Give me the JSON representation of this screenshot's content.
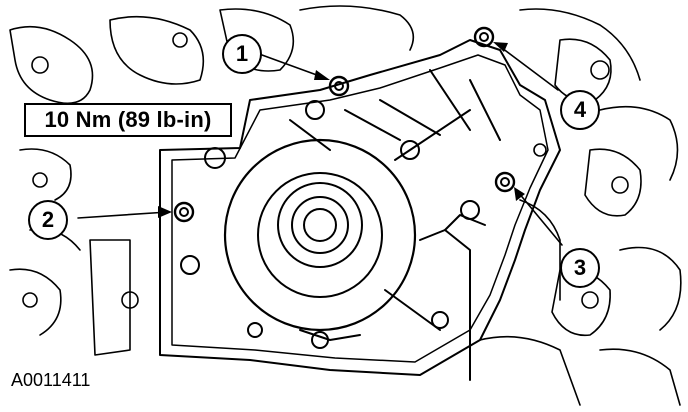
{
  "torque_spec": "10 Nm (89 lb-in)",
  "callouts": [
    {
      "label": "1"
    },
    {
      "label": "2"
    },
    {
      "label": "3"
    },
    {
      "label": "4"
    }
  ],
  "figure_id": "A0011411"
}
